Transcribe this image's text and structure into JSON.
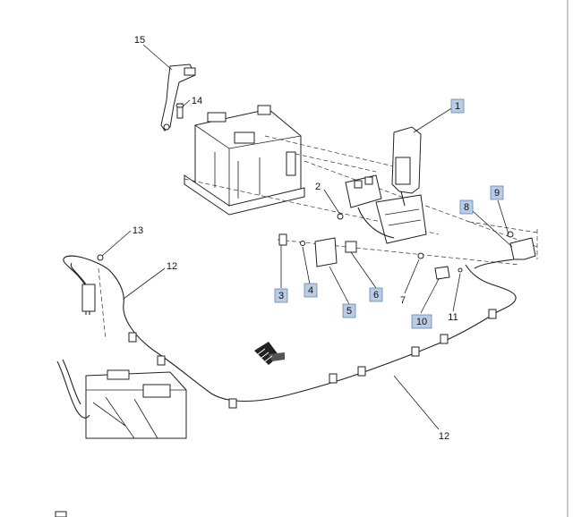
{
  "callouts": [
    {
      "id": "c1",
      "text": "1",
      "boxed": true
    },
    {
      "id": "c2",
      "text": "2",
      "boxed": false
    },
    {
      "id": "c3",
      "text": "3",
      "boxed": true
    },
    {
      "id": "c4",
      "text": "4",
      "boxed": true
    },
    {
      "id": "c5",
      "text": "5",
      "boxed": true
    },
    {
      "id": "c6",
      "text": "6",
      "boxed": true
    },
    {
      "id": "c7",
      "text": "7",
      "boxed": false
    },
    {
      "id": "c8",
      "text": "8",
      "boxed": true
    },
    {
      "id": "c9",
      "text": "9",
      "boxed": true
    },
    {
      "id": "c10",
      "text": "10",
      "boxed": true
    },
    {
      "id": "c11",
      "text": "11",
      "boxed": false
    },
    {
      "id": "c12a",
      "text": "12",
      "boxed": false
    },
    {
      "id": "c12b",
      "text": "12",
      "boxed": false
    },
    {
      "id": "c13",
      "text": "13",
      "boxed": false
    },
    {
      "id": "c14",
      "text": "14",
      "boxed": false
    },
    {
      "id": "c15",
      "text": "15",
      "boxed": false
    }
  ],
  "colors": {
    "highlight_box": "#b8cce4",
    "line": "#222222",
    "background": "#ffffff"
  },
  "icons": [
    "front-direction-arrow-icon"
  ]
}
